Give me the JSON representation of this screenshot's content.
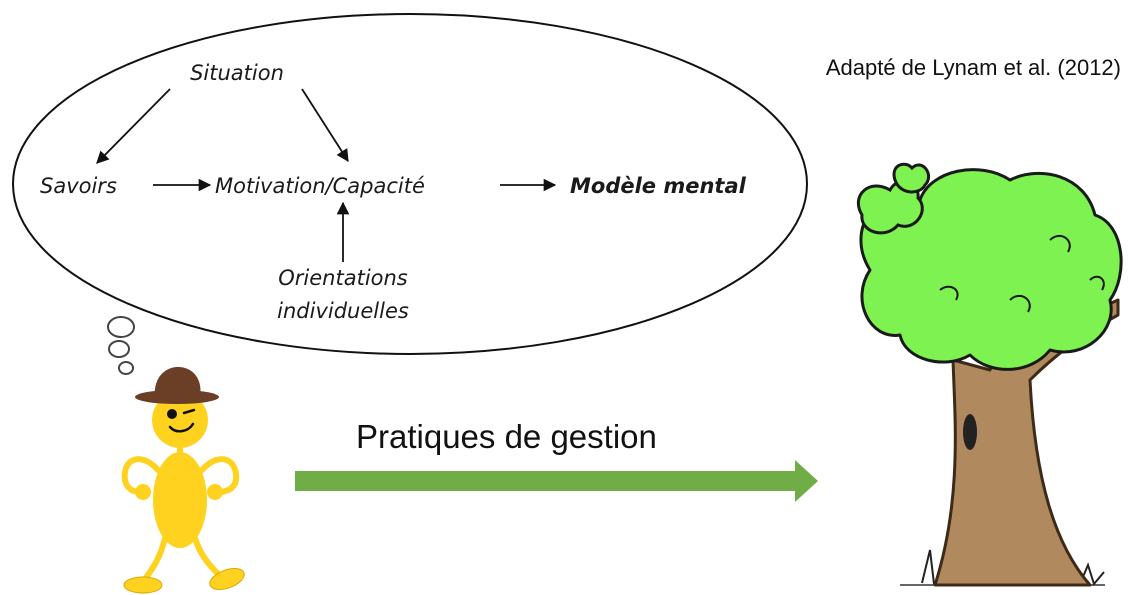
{
  "citation": "Adapté de Lynam et al. (2012)",
  "mental_model": {
    "situation": "Situation",
    "savoirs": "Savoirs",
    "motivation_capacite": "Motivation/Capacité",
    "modele_mental": "Modèle mental",
    "orientations_line1": "Orientations",
    "orientations_line2": "individuelles"
  },
  "action_label": "Pratiques de gestion",
  "colors": {
    "arrow": "#70ad47",
    "character_body": "#ffd21f",
    "hat": "#6b3e26",
    "foliage": "#7ef251",
    "trunk": "#b08a5e"
  }
}
